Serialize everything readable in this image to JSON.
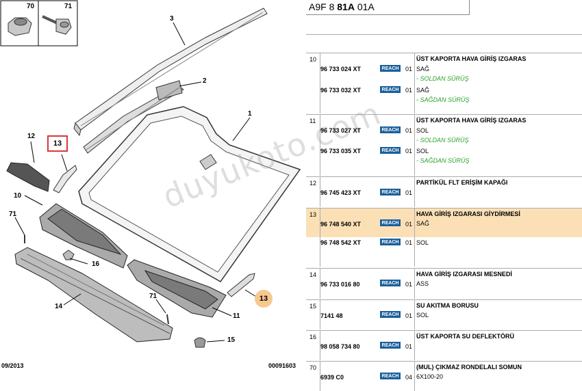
{
  "diagram": {
    "callouts": [
      "70",
      "71",
      "3",
      "2",
      "1",
      "12",
      "13",
      "10",
      "71",
      "16",
      "14",
      "13",
      "71",
      "11",
      "15"
    ],
    "footer_left": "09/2013",
    "footer_right": "00091603",
    "watermark": "duyukoto.com"
  },
  "panel": {
    "code_prefix": "A9F 8",
    "code_bold": "81A",
    "code_suffix": "01A",
    "reach_label": "REACH",
    "rows": [
      {
        "ref": "10",
        "items": [
          {
            "pn": "96 733 024 XT",
            "qty": "01",
            "desc": "ÜST KAPORTA HAVA GİRİŞ IZGARAS",
            "sub": "SAĞ",
            "note": "- SOLDAN SÜRÜŞ"
          },
          {
            "pn": "96 733 032 XT",
            "qty": "01",
            "sub": "SAĞ",
            "note": "- SAĞDAN SÜRÜŞ"
          }
        ]
      },
      {
        "ref": "11",
        "items": [
          {
            "pn": "96 733 027 XT",
            "qty": "01",
            "desc": "ÜST KAPORTA HAVA GİRİŞ IZGARAS",
            "sub": "SOL",
            "note": "- SOLDAN SÜRÜŞ"
          },
          {
            "pn": "96 733 035 XT",
            "qty": "01",
            "sub": "SOL",
            "note": "- SAĞDAN SÜRÜŞ"
          }
        ]
      },
      {
        "ref": "12",
        "items": [
          {
            "pn": "96 745 423 XT",
            "qty": "01",
            "desc": "PARTİKÜL FLT ERİŞİM KAPAĞI"
          }
        ]
      },
      {
        "ref": "13",
        "items": [
          {
            "pn": "96 748 540 XT",
            "qty": "01",
            "desc": "HAVA GİRİŞ IZGARASI GİYDİRMESİ",
            "sub": "SAĞ"
          },
          {
            "pn": "96 748 542 XT",
            "qty": "01",
            "sub": "SOL"
          }
        ]
      },
      {
        "ref": "14",
        "items": [
          {
            "pn": "96 733 016 80",
            "qty": "01",
            "desc": "HAVA GİRİŞ IZGARASI MESNEDİ",
            "sub": "ASS"
          }
        ]
      },
      {
        "ref": "15",
        "items": [
          {
            "pn": "7141 48",
            "qty": "01",
            "desc": "SU AKITMA BORUSU",
            "sub": "SOL"
          }
        ]
      },
      {
        "ref": "16",
        "items": [
          {
            "pn": "98 058 734 80",
            "qty": "01",
            "desc": "ÜST KAPORTA SU DEFLEKTÖRÜ"
          }
        ]
      },
      {
        "ref": "70",
        "items": [
          {
            "pn": "6939 C0",
            "qty": "04",
            "desc": "(MUL) ÇIKMAZ RONDELALI SOMUN",
            "sub": "6X100-20"
          }
        ]
      }
    ]
  },
  "colors": {
    "highlight": "#fbe0b6",
    "reach_badge": "#1b5f9a",
    "note_green": "#2aa12a",
    "badge_orange": "#f6c98f",
    "boxed_red": "#d8373c"
  }
}
